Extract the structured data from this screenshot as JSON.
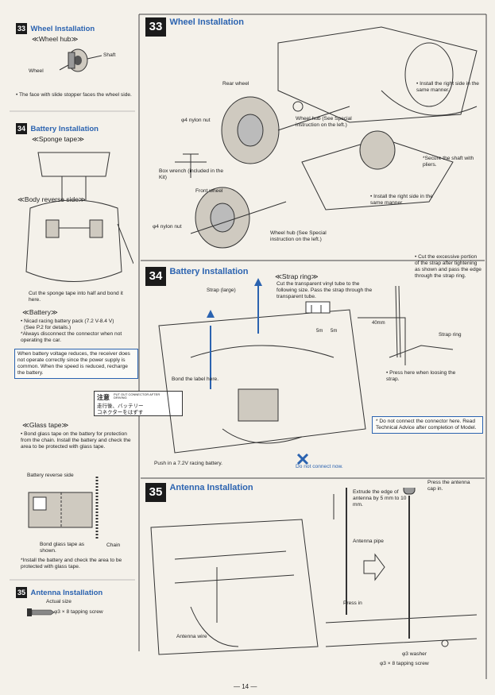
{
  "left": {
    "wheel": {
      "num": "33",
      "title": "Wheel Installation",
      "sub": "≪Wheel hub≫",
      "label_shaft": "Shaft",
      "label_wheel": "Wheel",
      "note": "• The face with slide stopper faces the wheel side."
    },
    "battery": {
      "num": "34",
      "title": "Battery Installation",
      "sponge_sub": "≪Sponge tape≫",
      "body_sub": "≪Body reverse side≫",
      "sponge_note": "Cut the sponge tape into half and bond it here.",
      "battery_sub": "≪Battery≫",
      "battery_note1": "• Nicad racing battery pack (7.2 V-8.4 V)",
      "battery_note2": "(See P.2 for details.)",
      "battery_note3": "*Always disconnect the connector when not operating the car.",
      "box_note": "When battery voltage reduces, the receiver does not operate correctly since the power supply is common. When the speed is reduced, recharge the battery.",
      "jp_title": "注意",
      "jp_small": "PUT OUT CONNECTOR AFTER DRIVING",
      "jp_line1": "走行後、バッテリー",
      "jp_line2": "コネクターをはずす",
      "glass_sub": "≪Glass tape≫",
      "glass_note": "• Bond glass tape on the battery for protection from the chain. Install the battery and check the area to be protected with glass tape.",
      "label_reverse": "Battery reverse side",
      "label_glass": "Bond glass tape as shown.",
      "label_chain": "Chain",
      "install_note": "*Install the battery and check the area to be protected with glass tape."
    },
    "antenna": {
      "num": "35",
      "title": "Antenna Installation",
      "actual": "Actual size",
      "screw": "φ3 × 8 tapping screw"
    }
  },
  "right": {
    "s33": {
      "num": "33",
      "title": "Wheel Installation",
      "rear_wheel": "Rear wheel",
      "install_right1": "• Install the right side in the same manner.",
      "nylon_nut1": "φ4 nylon nut",
      "wheel_hub1": "Wheel hub (See Special instruction on the left.)",
      "box_wrench": "Box wrench (included in the Kit)",
      "secure_shaft": "*Secure the shaft with pliers.",
      "front_wheel": "Front wheel",
      "install_right2": "• Install the right side in the same manner.",
      "nylon_nut2": "φ4 nylon nut",
      "wheel_hub2": "Wheel hub (See Special instruction on the left.)"
    },
    "s34": {
      "num": "34",
      "title": "Battery Installation",
      "strap_label": "Strap (large)",
      "strap_ring": "≪Strap ring≫",
      "strap_ring_note": "Cut the transparent vinyl tube to the following size. Pass the strap through the transparent tube.",
      "dim1": "5m",
      "dim2": "5m",
      "cut_note": "• Cut the excessive portion of the strap after tightening as shown and pass the edge through the strap ring.",
      "dim_40": "40mm",
      "strap_ring_label": "Strap ring",
      "press_note": "• Press here when loosing the strap.",
      "bond_label": "Bond the label here.",
      "connect_note": "* Do not connect the connector here. Read Technical Advice after completion of Model.",
      "push_note": "Push in a 7.2V racing battery.",
      "do_not": "Do not connect now."
    },
    "s35": {
      "num": "35",
      "title": "Antenna Installation",
      "extrude": "Extrude the edge of antenna by 5 mm to 10 mm.",
      "press_cap": "Press the antenna cap in.",
      "antenna_pipe": "Antenna pipe",
      "press_in": "Press in",
      "antenna_wire": "Antenna wire",
      "washer": "φ3 washer",
      "screw": "φ3 × 8 tapping screw"
    }
  },
  "page_number": "— 14 —"
}
